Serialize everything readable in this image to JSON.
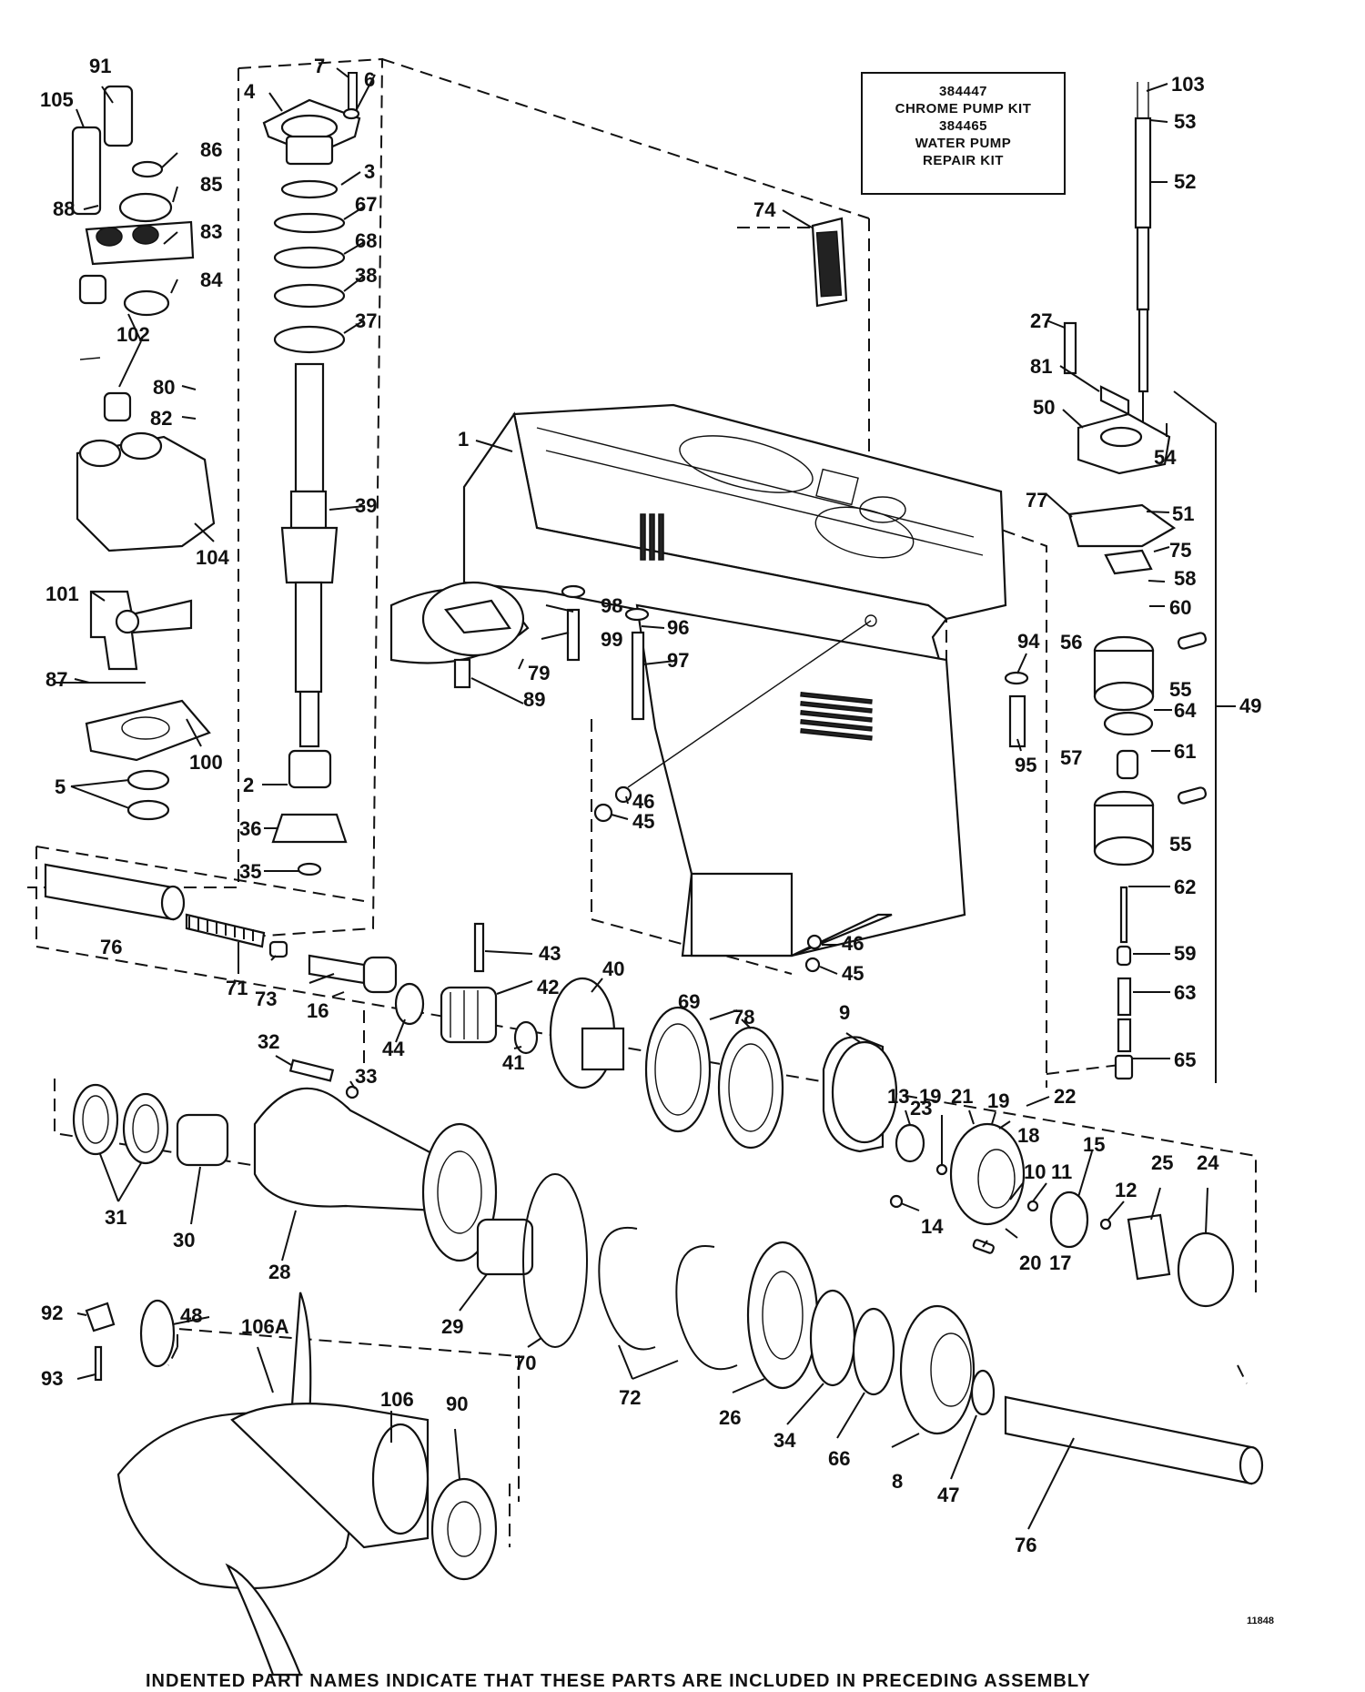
{
  "kit_box": {
    "line1": "384447",
    "line2": "CHROME PUMP KIT",
    "line3": "384465",
    "line4": "WATER PUMP",
    "line5": "REPAIR KIT"
  },
  "reference_number": "11848",
  "footer_note": "INDENTED PART NAMES INDICATE THAT THESE PARTS ARE INCLUDED IN PRECEDING ASSEMBLY",
  "callouts": {
    "c1": "1",
    "c2": "2",
    "c3": "3",
    "c4": "4",
    "c5": "5",
    "c6": "6",
    "c7": "7",
    "c8": "8",
    "c9": "9",
    "c10": "10",
    "c11": "11",
    "c12": "12",
    "c13": "13",
    "c14": "14",
    "c15": "15",
    "c16": "16",
    "c17": "17",
    "c18": "18",
    "c19a": "19",
    "c19b": "19",
    "c20": "20",
    "c21": "21",
    "c22": "22",
    "c23": "23",
    "c24": "24",
    "c25": "25",
    "c26": "26",
    "c27": "27",
    "c28": "28",
    "c29": "29",
    "c30": "30",
    "c31": "31",
    "c32": "32",
    "c33": "33",
    "c34": "34",
    "c35": "35",
    "c36": "36",
    "c37": "37",
    "c38": "38",
    "c39": "39",
    "c40": "40",
    "c41": "41",
    "c42": "42",
    "c43": "43",
    "c44": "44",
    "c45a": "45",
    "c45b": "45",
    "c46a": "46",
    "c46b": "46",
    "c47": "47",
    "c48": "48",
    "c49": "49",
    "c50": "50",
    "c51": "51",
    "c52": "52",
    "c53": "53",
    "c54": "54",
    "c55a": "55",
    "c55b": "55",
    "c56": "56",
    "c57": "57",
    "c58": "58",
    "c59": "59",
    "c60": "60",
    "c61": "61",
    "c62": "62",
    "c63": "63",
    "c64": "64",
    "c65": "65",
    "c66": "66",
    "c67": "67",
    "c68": "68",
    "c69": "69",
    "c70": "70",
    "c71": "71",
    "c72": "72",
    "c73": "73",
    "c74": "74",
    "c75": "75",
    "c76a": "76",
    "c76b": "76",
    "c77": "77",
    "c78": "78",
    "c79": "79",
    "c80": "80",
    "c81": "81",
    "c82": "82",
    "c83": "83",
    "c84": "84",
    "c85": "85",
    "c86": "86",
    "c87": "87",
    "c88": "88",
    "c89": "89",
    "c90": "90",
    "c91": "91",
    "c92": "92",
    "c93": "93",
    "c94": "94",
    "c95": "95",
    "c96": "96",
    "c97": "97",
    "c98": "98",
    "c99": "99",
    "c100": "100",
    "c101": "101",
    "c102": "102",
    "c103": "103",
    "c104": "104",
    "c105": "105",
    "c106": "106",
    "c106a": "106A"
  }
}
